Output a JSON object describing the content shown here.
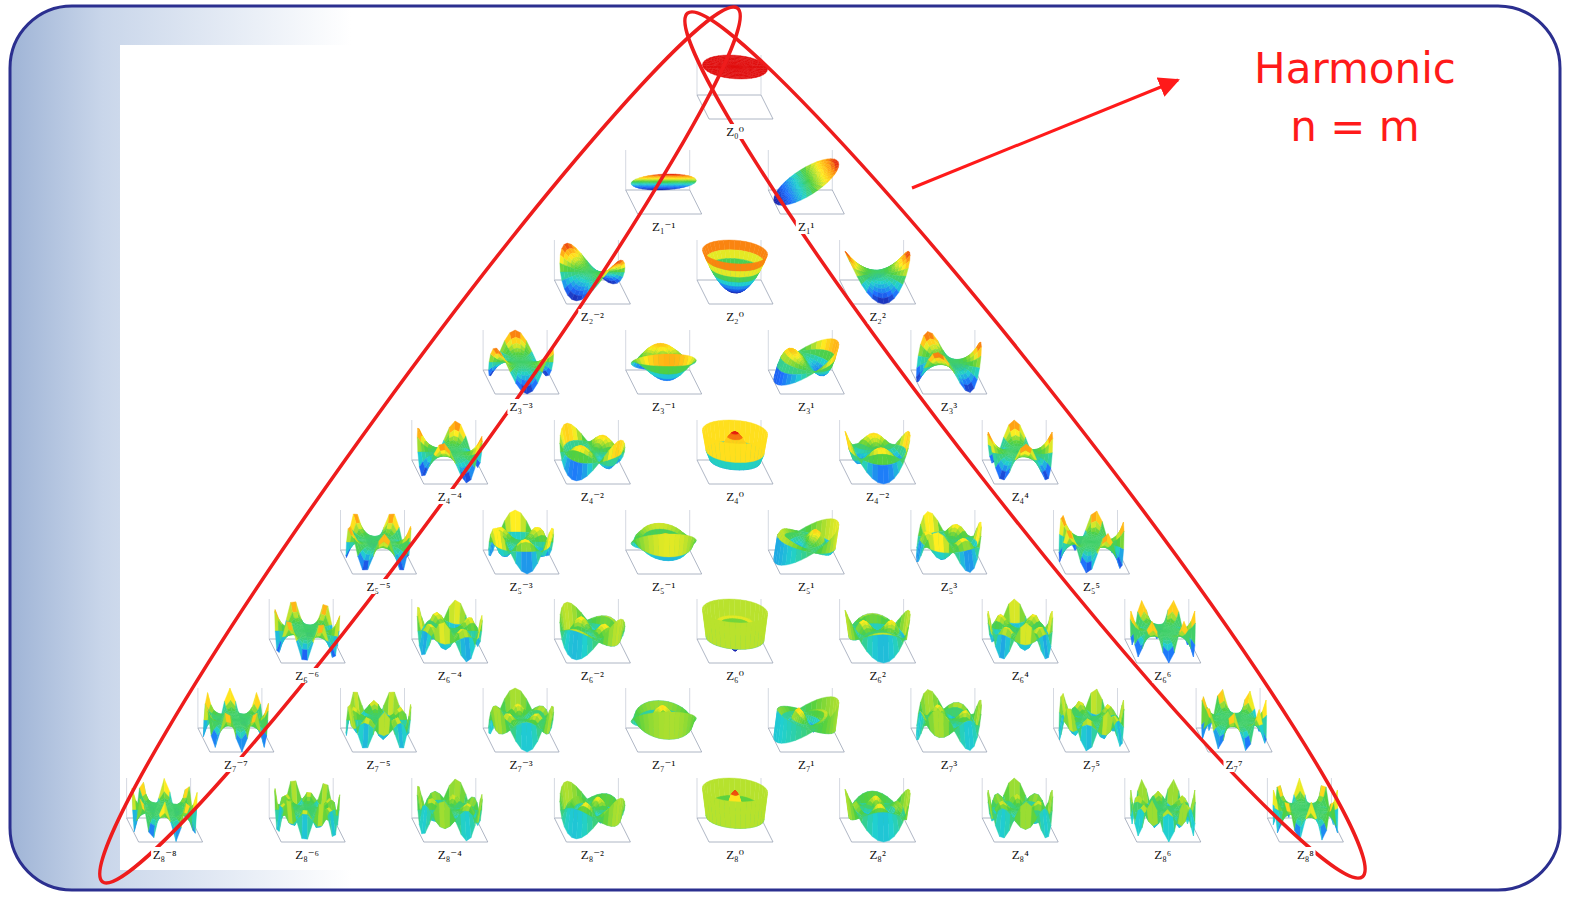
{
  "diagram": {
    "labels": [
      "Harmonic n = m",
      "Z₀⁰",
      "Z₁⁻¹",
      "Z₁¹",
      "Z₂⁻²",
      "Z₂⁰",
      "Z₂²",
      "Z₃⁻³",
      "Z₃⁻¹",
      "Z₃¹",
      "Z₃³",
      "Z₄⁻⁴",
      "Z₄⁻²",
      "Z₄⁰",
      "Z₄⁻²",
      "Z₄⁴",
      "Z₅⁻⁵",
      "Z₅⁻³",
      "Z₅⁻¹",
      "Z₅¹",
      "Z₅³",
      "Z₅⁵",
      "Z₆⁻⁶",
      "Z₆⁻⁴",
      "Z₆⁻²",
      "Z₆⁰",
      "Z₆²",
      "Z₆⁴",
      "Z₆⁶",
      "Z₇⁻⁷",
      "Z₇⁻⁵",
      "Z₇⁻³",
      "Z₇⁻¹",
      "Z₇¹",
      "Z₇³",
      "Z₇⁵",
      "Z₇⁷",
      "Z₈⁻⁸",
      "Z₈⁻⁶",
      "Z₈⁻⁴",
      "Z₈⁻²",
      "Z₈⁰",
      "Z₈²",
      "Z₈⁴",
      "Z₈⁶",
      "Z₈⁸"
    ]
  }
}
